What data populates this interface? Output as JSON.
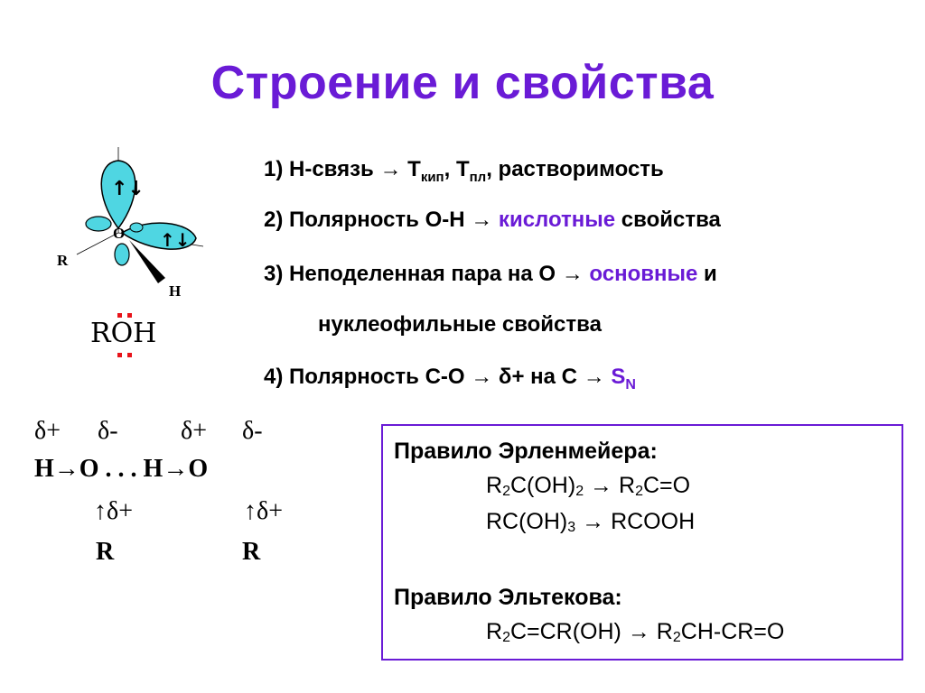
{
  "title": "Строение и свойства",
  "properties": {
    "p1": {
      "prefix": "1) H-связь ",
      "arrow": "→",
      "t1": " T",
      "t1_sub": "кип",
      "sep": ", T",
      "t2_sub": "пл",
      "rest": ", растворимость"
    },
    "p2": {
      "prefix": "2) Полярность O-H ",
      "arrow": "→",
      "highlight": " кислотные",
      "rest": " свойства"
    },
    "p3": {
      "prefix": "3) Неподеленная пара на O ",
      "arrow": "→",
      "highlight": " основные",
      "rest": " и"
    },
    "p3b": {
      "text": "нуклеофильные свойства"
    },
    "p4": {
      "prefix": "4) Полярность C-O ",
      "arrow": "→",
      "mid": " δ+ на C ",
      "arrow2": "→",
      "sn": " S",
      "sn_sub": "N"
    }
  },
  "molecule": {
    "label_r": "R",
    "label_o": "O",
    "label_h": "H",
    "roh": "ROH",
    "colors": {
      "orbital": "#4fd6e2",
      "dots": "#e8141b"
    }
  },
  "hbond": {
    "d1": "δ+",
    "d2": "δ-",
    "d3": "δ+",
    "d4": "δ-",
    "chain": "H→O . . . H→O",
    "up1": "↑δ+",
    "up2": "↑δ+",
    "r1": "R",
    "r2": "R"
  },
  "rules": {
    "erlen_title": "Правило Эрленмейера:",
    "f1": {
      "a": "R",
      "a_sub": "2",
      "b": "C(OH)",
      "b_sub": "2",
      "arrow": " → ",
      "c": "R",
      "c_sub": "2",
      "d": "C=O"
    },
    "f2": {
      "a": "RC(OH)",
      "a_sub": "3",
      "arrow": " → ",
      "b": "RCOOH"
    },
    "eltek_title": "Правило Эльтекова:",
    "f3": {
      "a": "R",
      "a_sub": "2",
      "b": "C=CR(OH)",
      "arrow": " → ",
      "c": "R",
      "c_sub": "2",
      "d": "CH-CR=O"
    }
  },
  "accent_color": "#6a1bd6"
}
